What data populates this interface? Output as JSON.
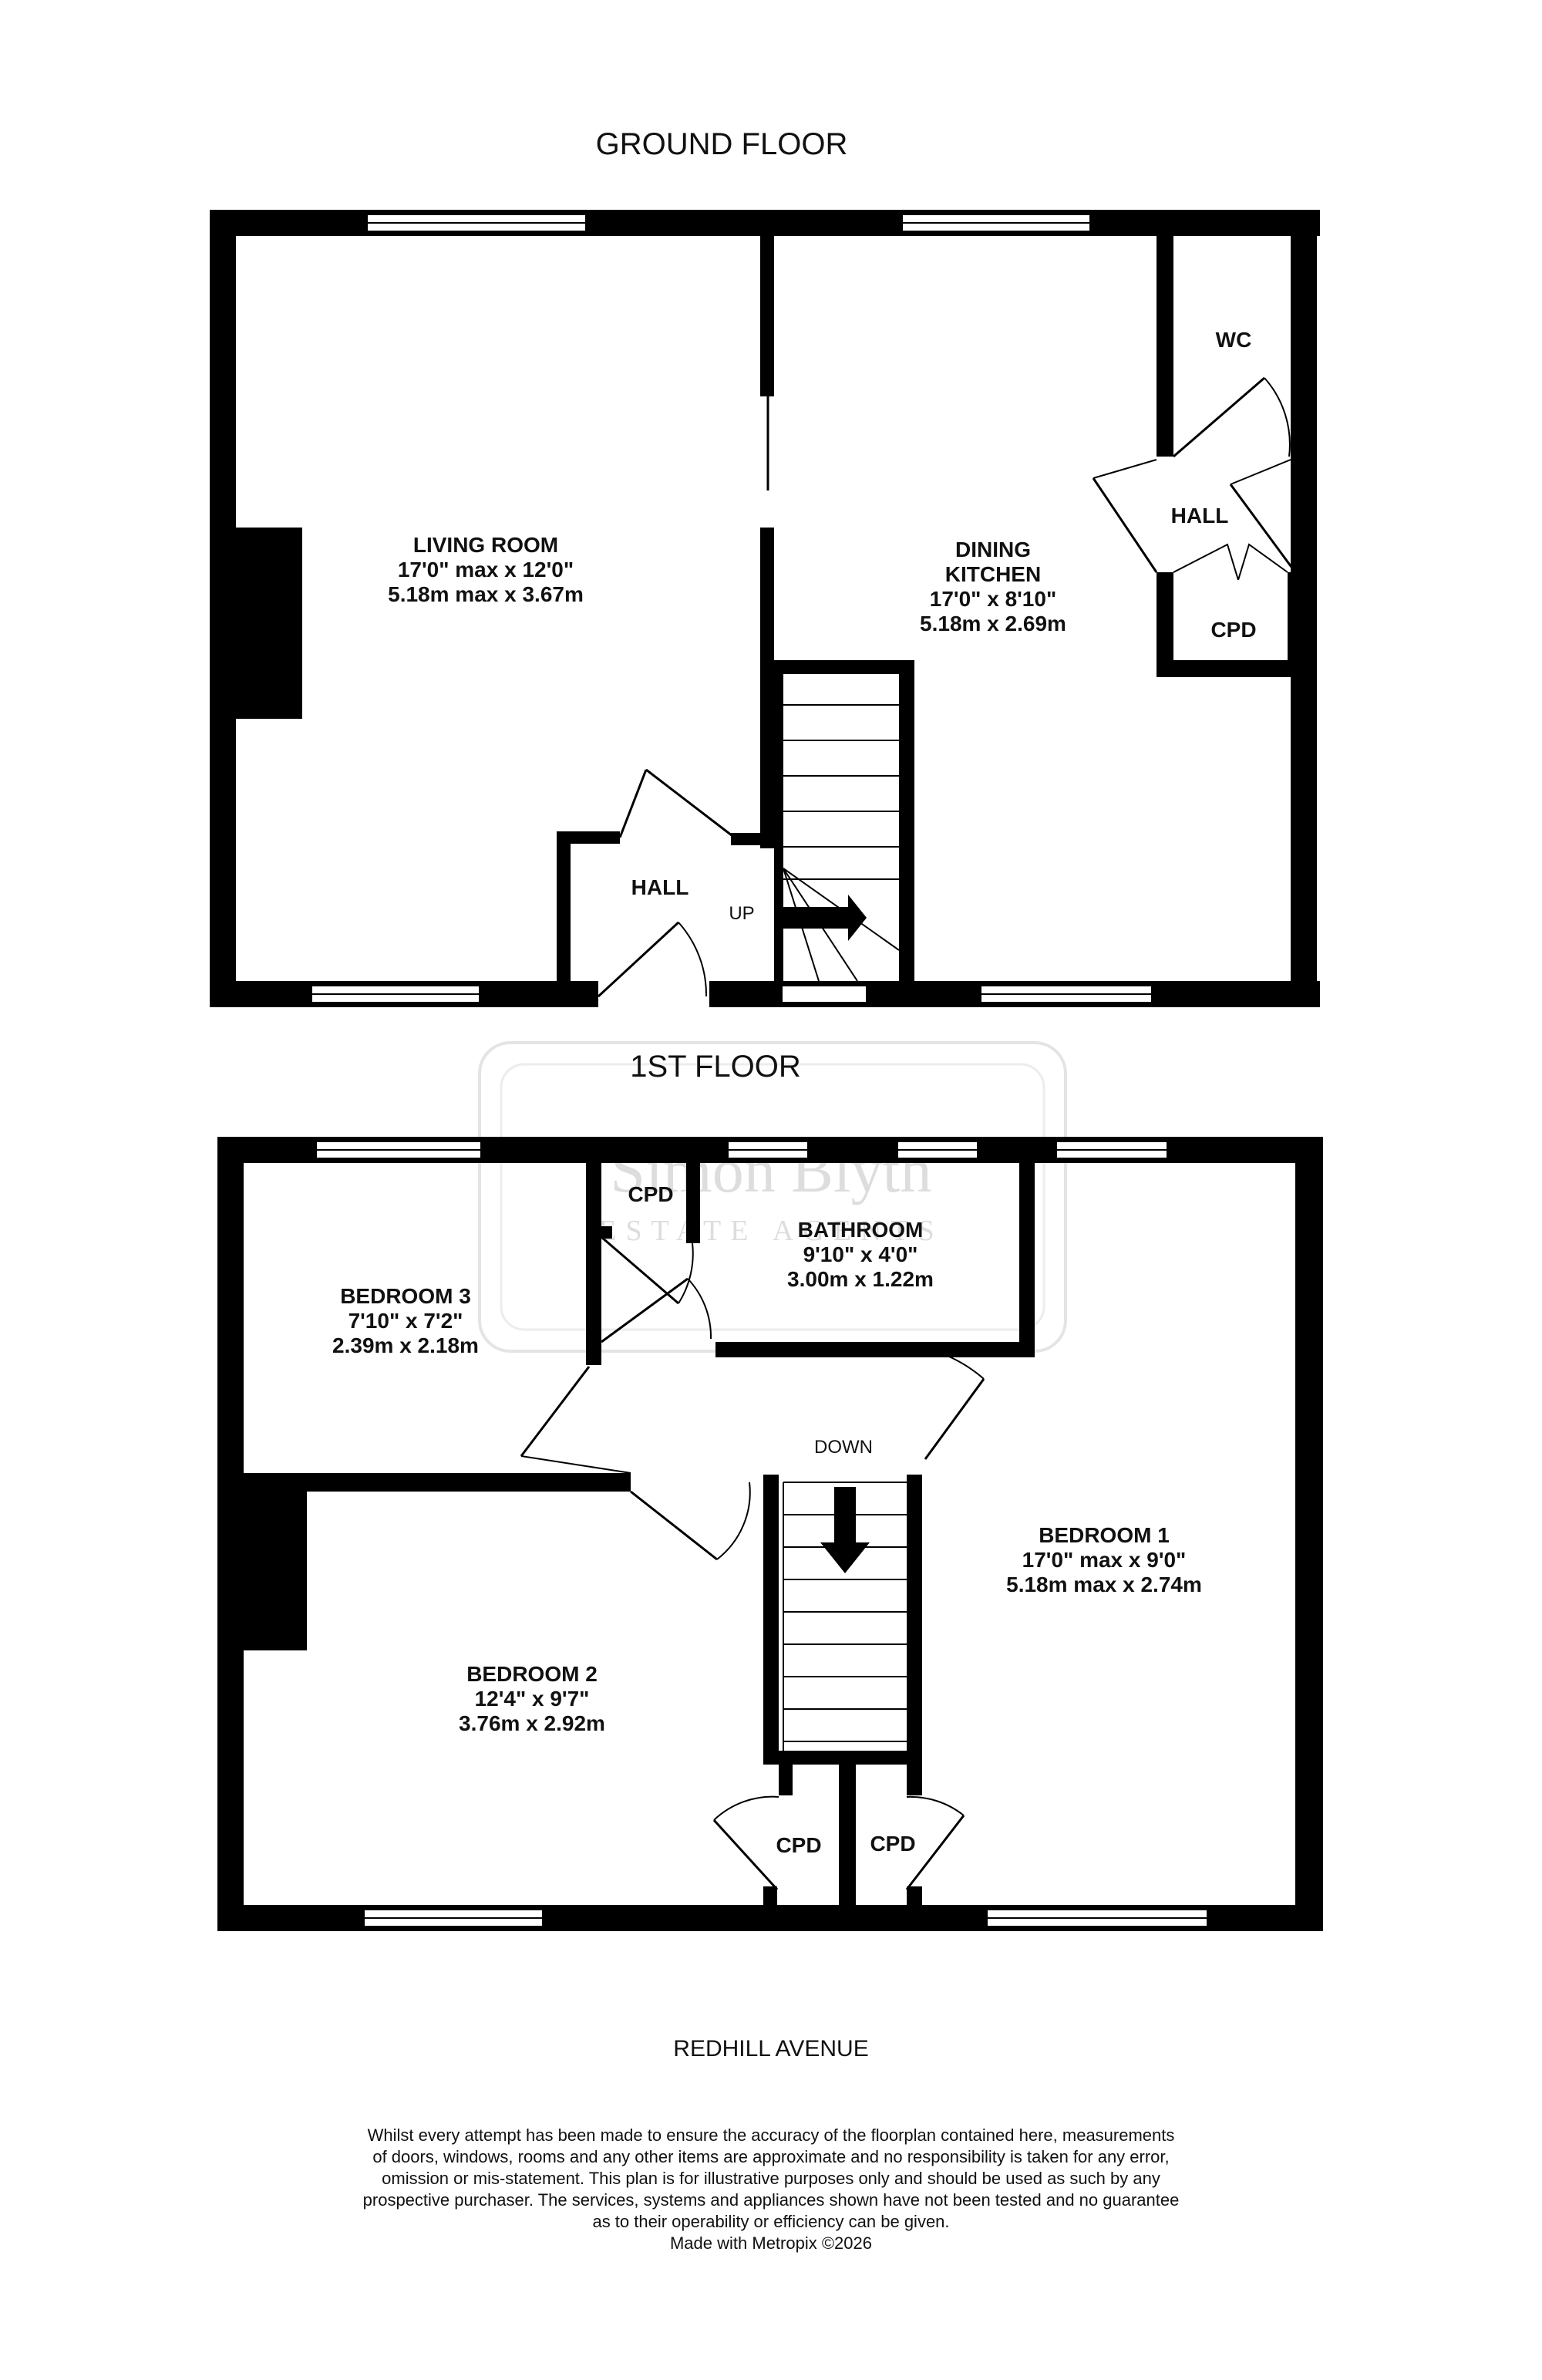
{
  "headings": {
    "ground_floor": "GROUND FLOOR",
    "first_floor": "1ST FLOOR"
  },
  "ground_floor": {
    "living_room": {
      "name": "LIVING ROOM",
      "imperial": "17'0\" max x 12'0\"",
      "metric": "5.18m max x 3.67m"
    },
    "dining_kitchen": {
      "name_line1": "DINING",
      "name_line2": "KITCHEN",
      "imperial": "17'0\"  x 8'10\"",
      "metric": "5.18m  x 2.69m"
    },
    "wc": "WC",
    "rear_hall": "HALL",
    "cpd": "CPD",
    "entrance_hall": "HALL",
    "stairs_up": "UP"
  },
  "first_floor": {
    "bedroom3": {
      "name": "BEDROOM 3",
      "imperial": "7'10\"  x 7'2\"",
      "metric": "2.39m  x 2.18m"
    },
    "bathroom": {
      "name": "BATHROOM",
      "imperial": "9'10\"  x 4'0\"",
      "metric": "3.00m  x 1.22m"
    },
    "bedroom1": {
      "name": "BEDROOM 1",
      "imperial": "17'0\" max x 9'0\"",
      "metric": "5.18m max x 2.74m"
    },
    "bedroom2": {
      "name": "BEDROOM 2",
      "imperial": "12'4\"  x 9'7\"",
      "metric": "3.76m  x 2.92m"
    },
    "cpd_landing": "CPD",
    "cpd_left": "CPD",
    "cpd_right": "CPD",
    "stairs_down": "DOWN"
  },
  "watermark": {
    "line1": "Simon Blyth",
    "line2": "ESTATE AGENTS"
  },
  "street": "REDHILL AVENUE",
  "disclaimer": [
    "Whilst every attempt has been made to ensure the accuracy of the floorplan contained here, measurements",
    "of doors, windows, rooms and any other items are approximate and no responsibility is taken for any error,",
    "omission or mis-statement. This plan is for illustrative purposes only and should be used as such by any",
    "prospective purchaser. The services, systems and appliances shown have not been tested and no guarantee",
    "as to their operability or efficiency can be given."
  ],
  "credit": "Made with Metropix ©2026",
  "colors": {
    "wall": "#000000",
    "window": "#ffffff",
    "watermark": "#dddddd"
  }
}
